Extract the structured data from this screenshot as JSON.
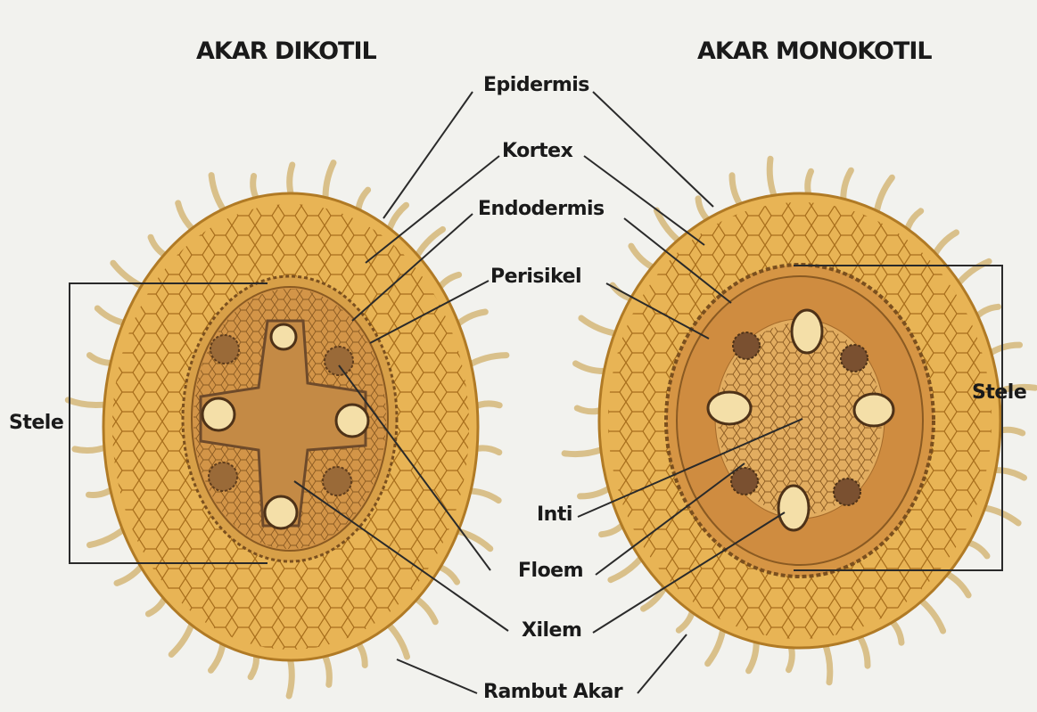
{
  "titles": {
    "dicot": "AKAR DIKOTIL",
    "monocot": "AKAR MONOKOTIL"
  },
  "labels": {
    "epidermis": "Epidermis",
    "kortex": "Kortex",
    "endodermis": "Endodermis",
    "perisikel": "Perisikel",
    "inti": "Inti",
    "floem": "Floem",
    "xilem": "Xilem",
    "rambut_akar": "Rambut Akar",
    "stele_left": "Stele",
    "stele_right": "Stele"
  },
  "colors": {
    "background": "#f2f2ee",
    "cortex": "#e8b455",
    "cortex_cell_line": "#a86e1c",
    "stele": "#d79a45",
    "stele_center": "#e2ad60",
    "vascular_dark": "#6e4a2a",
    "xylem_vessel_fill": "#f4dfa8",
    "root_hair": "#d9c08a",
    "leader_line": "#2a2a2a"
  }
}
